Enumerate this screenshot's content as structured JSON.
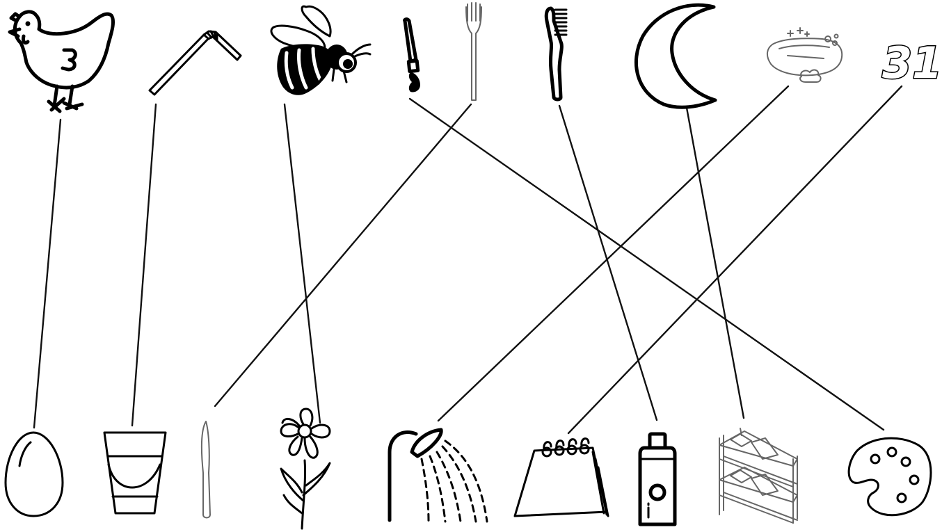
{
  "calendar_number": "31",
  "pairs": [
    {
      "top": "chicken",
      "bottom": "egg"
    },
    {
      "top": "drinking-straw",
      "bottom": "glass"
    },
    {
      "top": "bee",
      "bottom": "flower"
    },
    {
      "top": "paintbrush",
      "bottom": "palette"
    },
    {
      "top": "fork",
      "bottom": "knife"
    },
    {
      "top": "toothbrush",
      "bottom": "toothpaste"
    },
    {
      "top": "moon",
      "bottom": "bunk-bed"
    },
    {
      "top": "soap",
      "bottom": "shower"
    },
    {
      "top": "calendar-number",
      "bottom": "desk-calendar"
    }
  ]
}
